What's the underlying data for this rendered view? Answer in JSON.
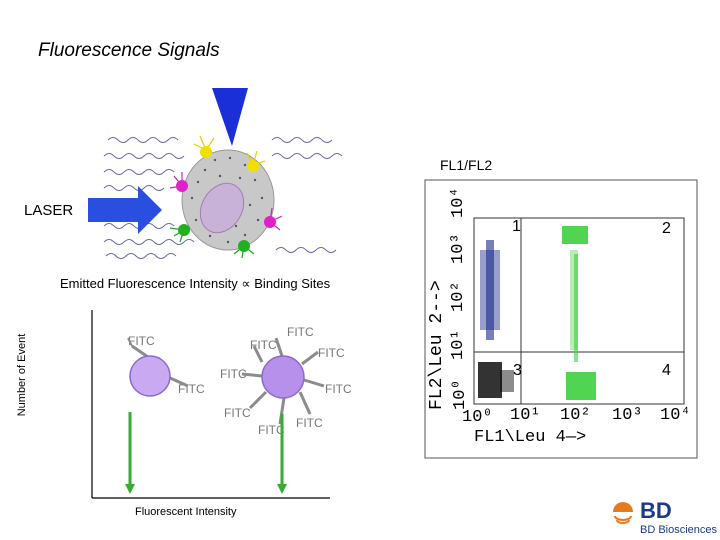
{
  "title": "Fluorescence Signals",
  "laser_label": "LASER",
  "emitted_label": "Emitted Fluorescence Intensity ∝ Binding Sites",
  "fitc_label": "FITC",
  "y_axis_label": "Number of Event",
  "x_axis_label": "Fluorescent Intensity",
  "plot": {
    "title": "FL1/FL2",
    "y_axis": "FL2\\Leu 2-->",
    "x_axis": "FL1\\Leu 4—>",
    "ticks": [
      "10⁰",
      "10¹",
      "10²",
      "10³",
      "10⁴"
    ],
    "quadrants": [
      "1",
      "2",
      "3",
      "4"
    ]
  },
  "logo": {
    "brand": "BD",
    "sub": "BD Biosciences"
  },
  "colors": {
    "laser": "#2a4fe0",
    "cell_left": "#c6a8f0",
    "cell_right": "#b38ee8",
    "arrow_green": "#3aaa35",
    "fitc_arm": "#8c8c8c",
    "plot_green": "#33cc33",
    "plot_blue": "#1a2a8a",
    "plot_black": "#000000"
  }
}
